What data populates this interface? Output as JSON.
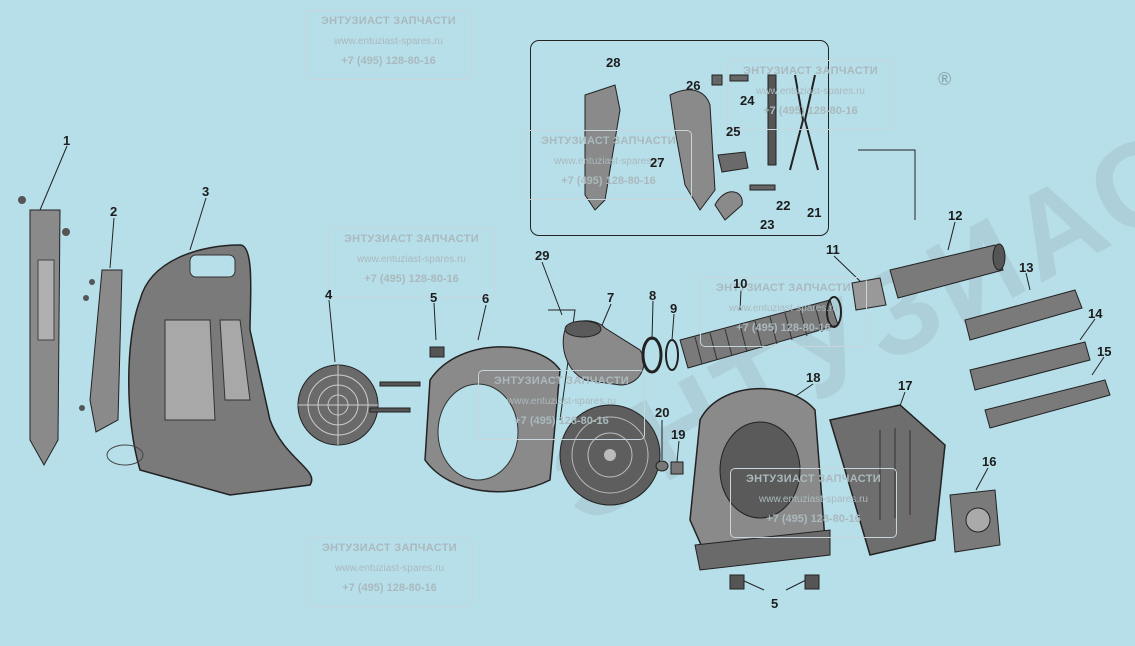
{
  "watermark": {
    "title": "ЭНТУЗИАСТ ЗАПЧАСТИ",
    "url": "www.entuziast-spares.ru",
    "phone": "+7 (495) 128-80-16",
    "logo_text": "ЭНТУЗИАСТ",
    "logo_symbol": "®"
  },
  "parts": {
    "p1": "1",
    "p2": "2",
    "p3": "3",
    "p4": "4",
    "p5a": "5",
    "p5b": "5",
    "p6": "6",
    "p7": "7",
    "p8": "8",
    "p9": "9",
    "p10": "10",
    "p11": "11",
    "p12": "12",
    "p13": "13",
    "p14": "14",
    "p15": "15",
    "p16": "16",
    "p17": "17",
    "p18": "18",
    "p19": "19",
    "p20": "20",
    "p21": "21",
    "p22": "22",
    "p23": "23",
    "p24": "24",
    "p25": "25",
    "p26": "26",
    "p27": "27",
    "p28": "28",
    "p29": "29"
  },
  "colors": {
    "background": "#b7dfea",
    "part_fill": "#8a8a8a",
    "part_dark": "#4a4a4a",
    "line": "#222222"
  }
}
